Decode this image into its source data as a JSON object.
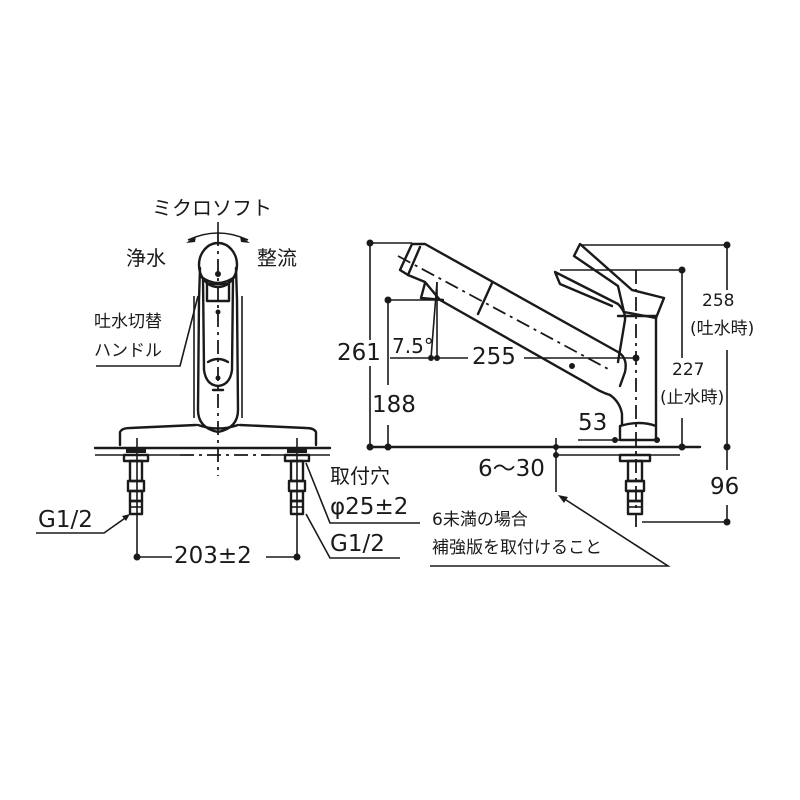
{
  "front_view": {
    "top_label": "ミクロソフト",
    "left_mode": "浄水",
    "right_mode": "整流",
    "handle_label_line1": "吐水切替",
    "handle_label_line2": "ハンドル",
    "thread_left": "G1/2",
    "thread_right": "G1/2",
    "hole_label_line1": "取付穴",
    "hole_label_line2": "φ25±2",
    "pitch": "203±2"
  },
  "side_view": {
    "dim_total_height": "261",
    "dim_angle": "7.5°",
    "dim_reach": "255",
    "dim_spout_height": "188",
    "dim_lever_open_height": "258",
    "dim_lever_open_note": "(吐水時)",
    "dim_lever_closed_height": "227",
    "dim_lever_closed_note": "(止水時)",
    "dim_base_diameter": "53",
    "dim_counter_thickness": "6～30",
    "dim_shank_length": "96",
    "note_line1": "6未満の場合",
    "note_line2": "補強版を取付けること"
  },
  "colors": {
    "line": "#1a1a1a",
    "background": "#ffffff"
  }
}
